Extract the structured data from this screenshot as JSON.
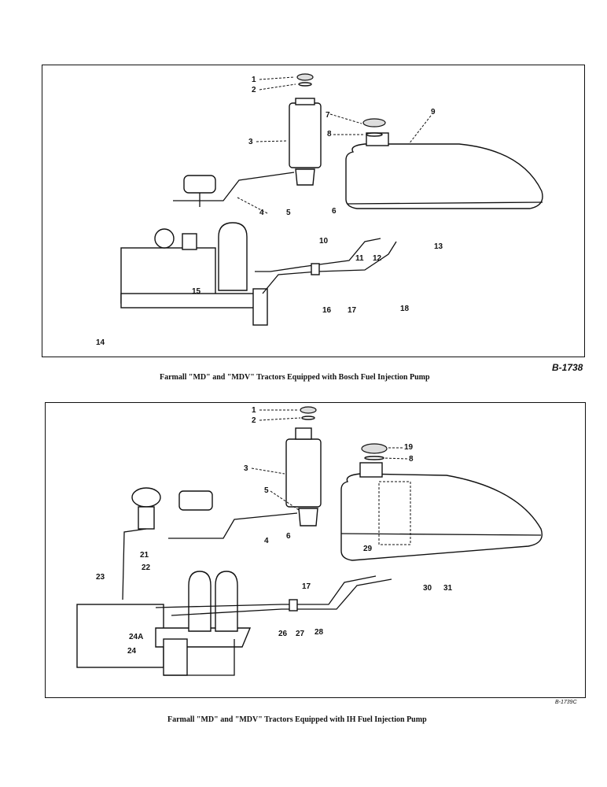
{
  "figure_top": {
    "caption": "Farmall \"MD\" and \"MDV\" Tractors Equipped with Bosch Fuel Injection Pump",
    "code": "B-1738",
    "callouts": [
      "1",
      "2",
      "3",
      "4",
      "5",
      "6",
      "7",
      "8",
      "9",
      "10",
      "11",
      "12",
      "13",
      "14",
      "15",
      "16",
      "17",
      "18"
    ]
  },
  "figure_bottom": {
    "caption": "Farmall \"MD\" and \"MDV\" Tractors Equipped with IH Fuel Injection Pump",
    "code": "B-1739C",
    "callouts": [
      "1",
      "2",
      "3",
      "4",
      "5",
      "6",
      "17",
      "19",
      "8",
      "21",
      "22",
      "23",
      "24A",
      "24",
      "26",
      "27",
      "28",
      "29",
      "30",
      "31"
    ]
  }
}
